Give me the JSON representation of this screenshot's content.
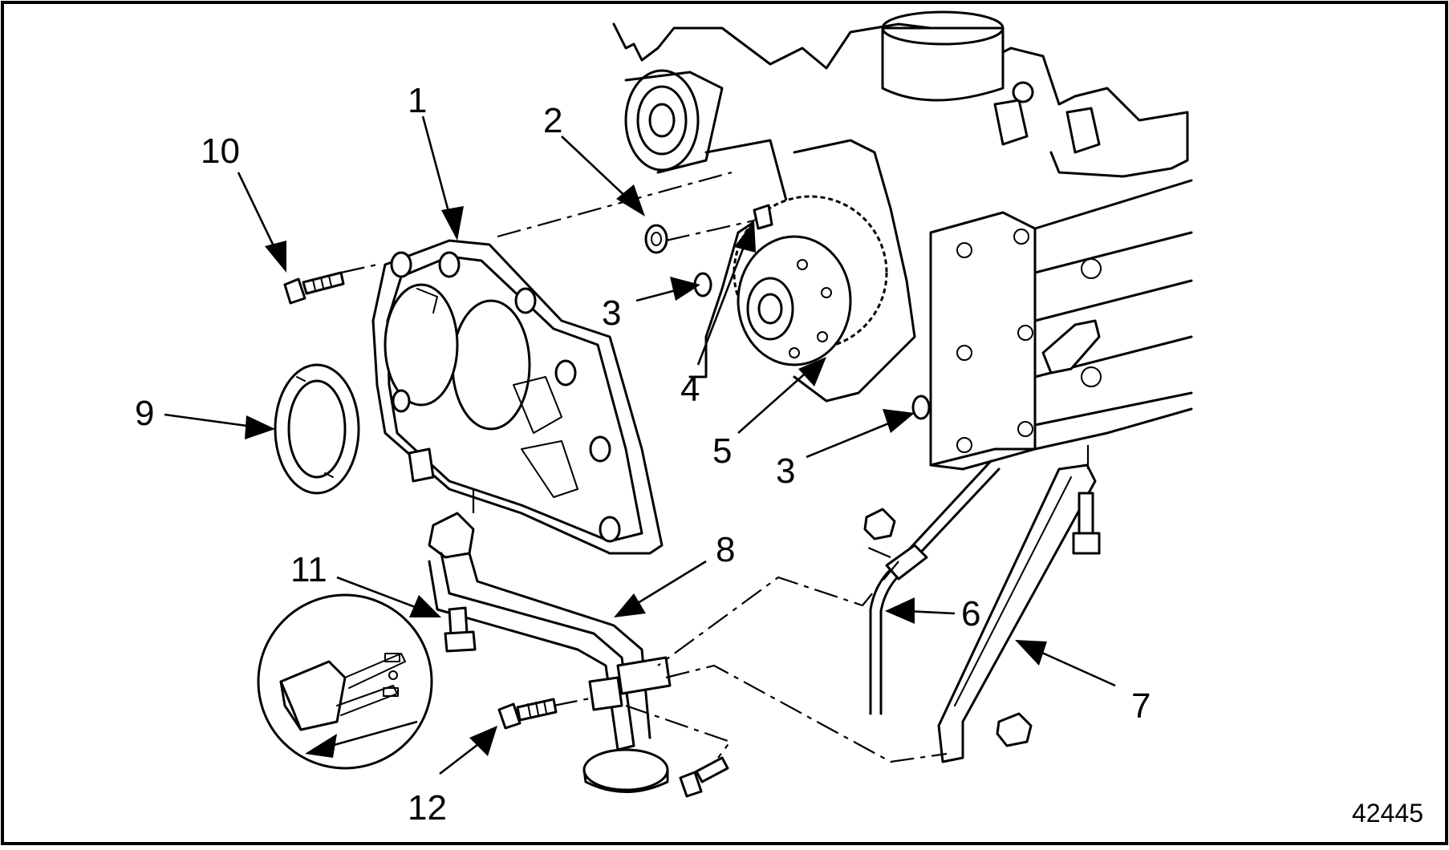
{
  "figure_number": "42445",
  "callouts": [
    {
      "id": "callout-1",
      "text": "1"
    },
    {
      "id": "callout-2",
      "text": "2"
    },
    {
      "id": "callout-3a",
      "text": "3"
    },
    {
      "id": "callout-3b",
      "text": "3"
    },
    {
      "id": "callout-4",
      "text": "4"
    },
    {
      "id": "callout-5",
      "text": "5"
    },
    {
      "id": "callout-6",
      "text": "6"
    },
    {
      "id": "callout-7",
      "text": "7"
    },
    {
      "id": "callout-8",
      "text": "8"
    },
    {
      "id": "callout-9",
      "text": "9"
    },
    {
      "id": "callout-10",
      "text": "10"
    },
    {
      "id": "callout-11",
      "text": "11"
    },
    {
      "id": "callout-12",
      "text": "12"
    }
  ]
}
